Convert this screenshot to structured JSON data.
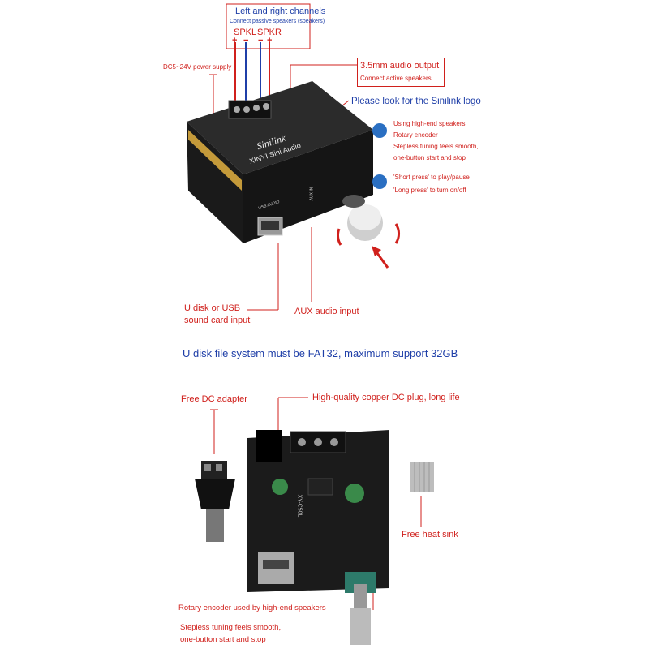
{
  "top": {
    "channels_title": "Left and right channels",
    "channels_sub": "Connect passive speakers (speakers)",
    "spkl": "SPKL",
    "spkr": "SPKR",
    "plus": "+",
    "minus": "−",
    "power": "DC5~24V power supply",
    "audio_out_title": "3.5mm audio output",
    "audio_out_sub": "Connect active speakers",
    "logo_note": "Please look for the Sinilink logo",
    "feature1_a": "Using high-end speakers",
    "feature1_b": "Rotary encoder",
    "feature1_c": "Stepless tuning feels smooth,",
    "feature1_d": "one-button start and stop",
    "feature2_a": "'Short press' to play/pause",
    "feature2_b": "'Long press' to turn on/off",
    "usb_input_a": "U disk or USB",
    "usb_input_b": "sound card input",
    "aux_input": "AUX audio input",
    "device_brand": "Sinilink",
    "device_model": "XINYI Sini Audio",
    "device_usb": "USB AUDIO",
    "device_aux": "AUX IN"
  },
  "middle": {
    "fat_note": "U disk file system must be FAT32, maximum support 32GB"
  },
  "bottom": {
    "dc_adapter": "Free DC adapter",
    "copper_plug": "High-quality copper DC plug, long life",
    "heat_sink": "Free heat sink",
    "encoder_a": "Rotary encoder used by high-end speakers",
    "encoder_b": "Stepless tuning feels smooth,",
    "encoder_c": "one-button start and stop",
    "pcb_label": "XY-C50L"
  },
  "colors": {
    "annotation": "#d0201c",
    "channel_title": "#1f3fa8",
    "fat_note": "#1f3fa8",
    "icon": "#2a6fc2"
  }
}
